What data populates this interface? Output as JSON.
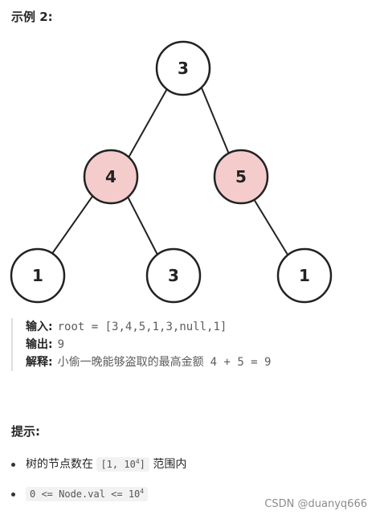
{
  "example": {
    "title": "示例 2:"
  },
  "tree": {
    "nodes": [
      {
        "id": "root",
        "value": "3",
        "highlighted": false
      },
      {
        "id": "left",
        "value": "4",
        "highlighted": true
      },
      {
        "id": "right",
        "value": "5",
        "highlighted": true
      },
      {
        "id": "left-left",
        "value": "1",
        "highlighted": false
      },
      {
        "id": "left-right",
        "value": "3",
        "highlighted": false
      },
      {
        "id": "right-right",
        "value": "1",
        "highlighted": false
      }
    ],
    "colors": {
      "highlight_fill": "#f5cccc",
      "normal_fill": "#ffffff",
      "stroke": "#222222"
    }
  },
  "io": {
    "input_label": "输入:",
    "input_value": "root = [3,4,5,1,3,null,1]",
    "output_label": "输出:",
    "output_value": "9",
    "explanation_label": "解释:",
    "explanation_text": "小偷一晚能够盗取的最高金额",
    "explanation_formula": "4 + 5 = 9"
  },
  "hints": {
    "title": "提示:",
    "item1_prefix": "树的节点数在",
    "item1_code": "[1, 10",
    "item1_exp": "4",
    "item1_code_end": "]",
    "item1_suffix": "范围内",
    "item2_code": "0 <= Node.val <= 10",
    "item2_exp": "4"
  },
  "watermark": "CSDN @duanyq666"
}
